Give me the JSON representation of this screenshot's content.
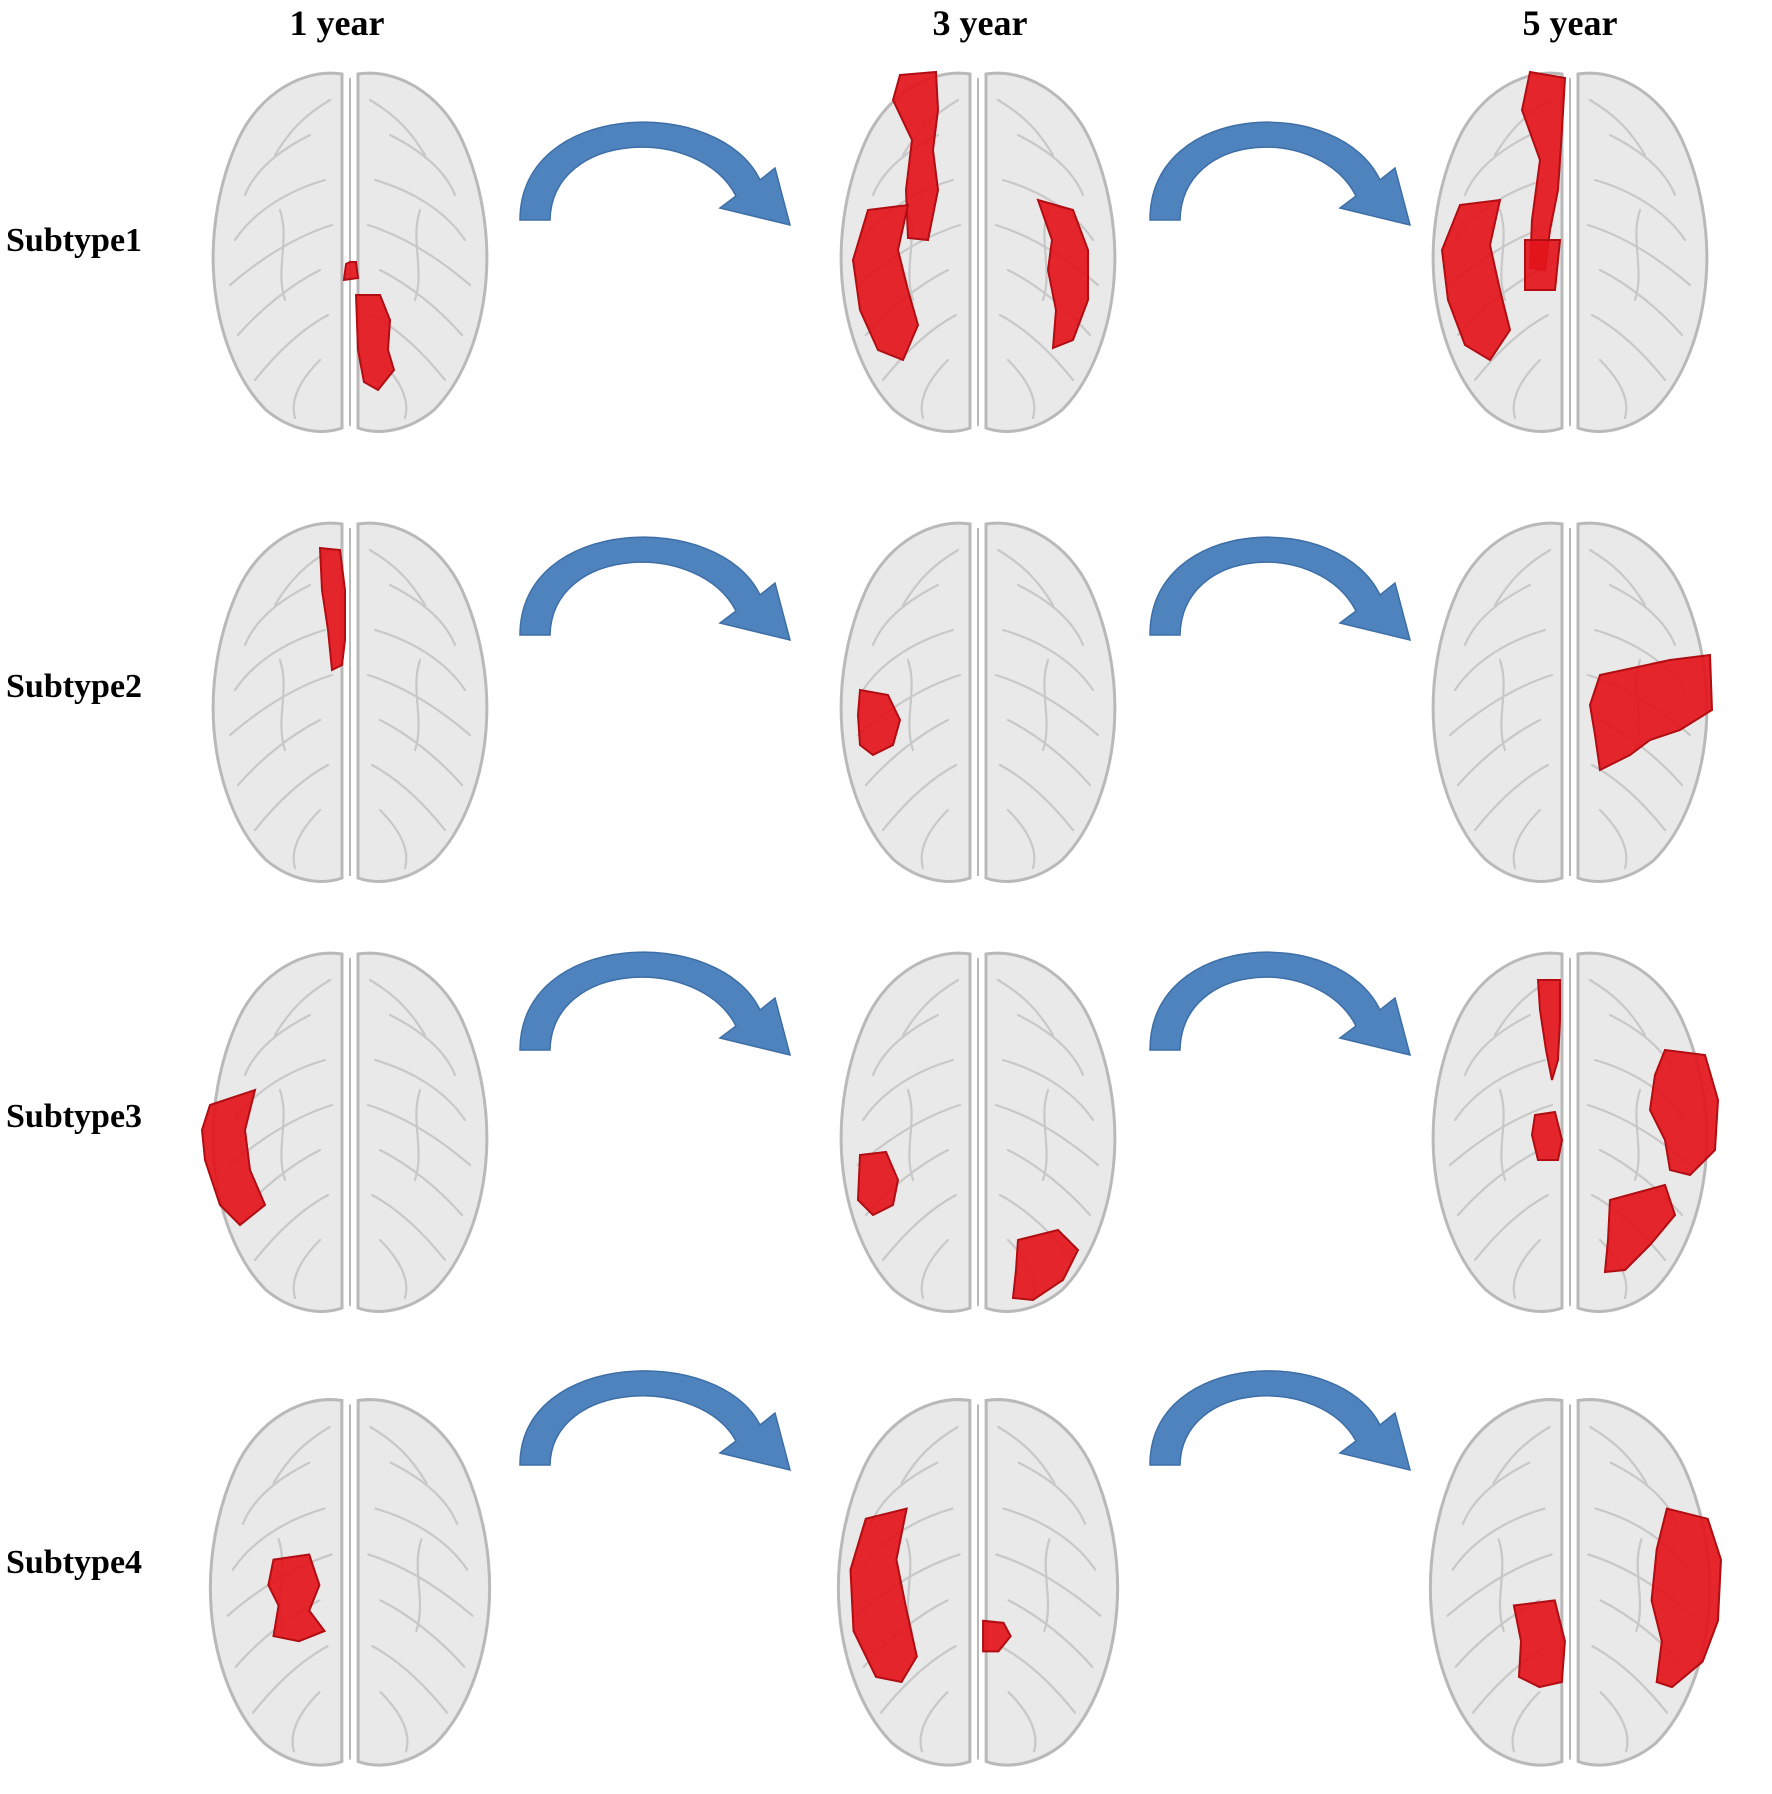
{
  "columns": [
    "1 year",
    "3 year",
    "5 year"
  ],
  "rows": [
    "Subtype1",
    "Subtype2",
    "Subtype3",
    "Subtype4"
  ],
  "colors": {
    "brain_fill": "#e9e9e9",
    "brain_stroke": "#b9b9b9",
    "sulci": "#c8c8c8",
    "region": "#e3141b",
    "region_dark": "#b10d12",
    "arrow": "#4f83be"
  },
  "icons": {
    "brain": "brain-axial-view-icon",
    "arrow": "curved-arrow-icon"
  }
}
